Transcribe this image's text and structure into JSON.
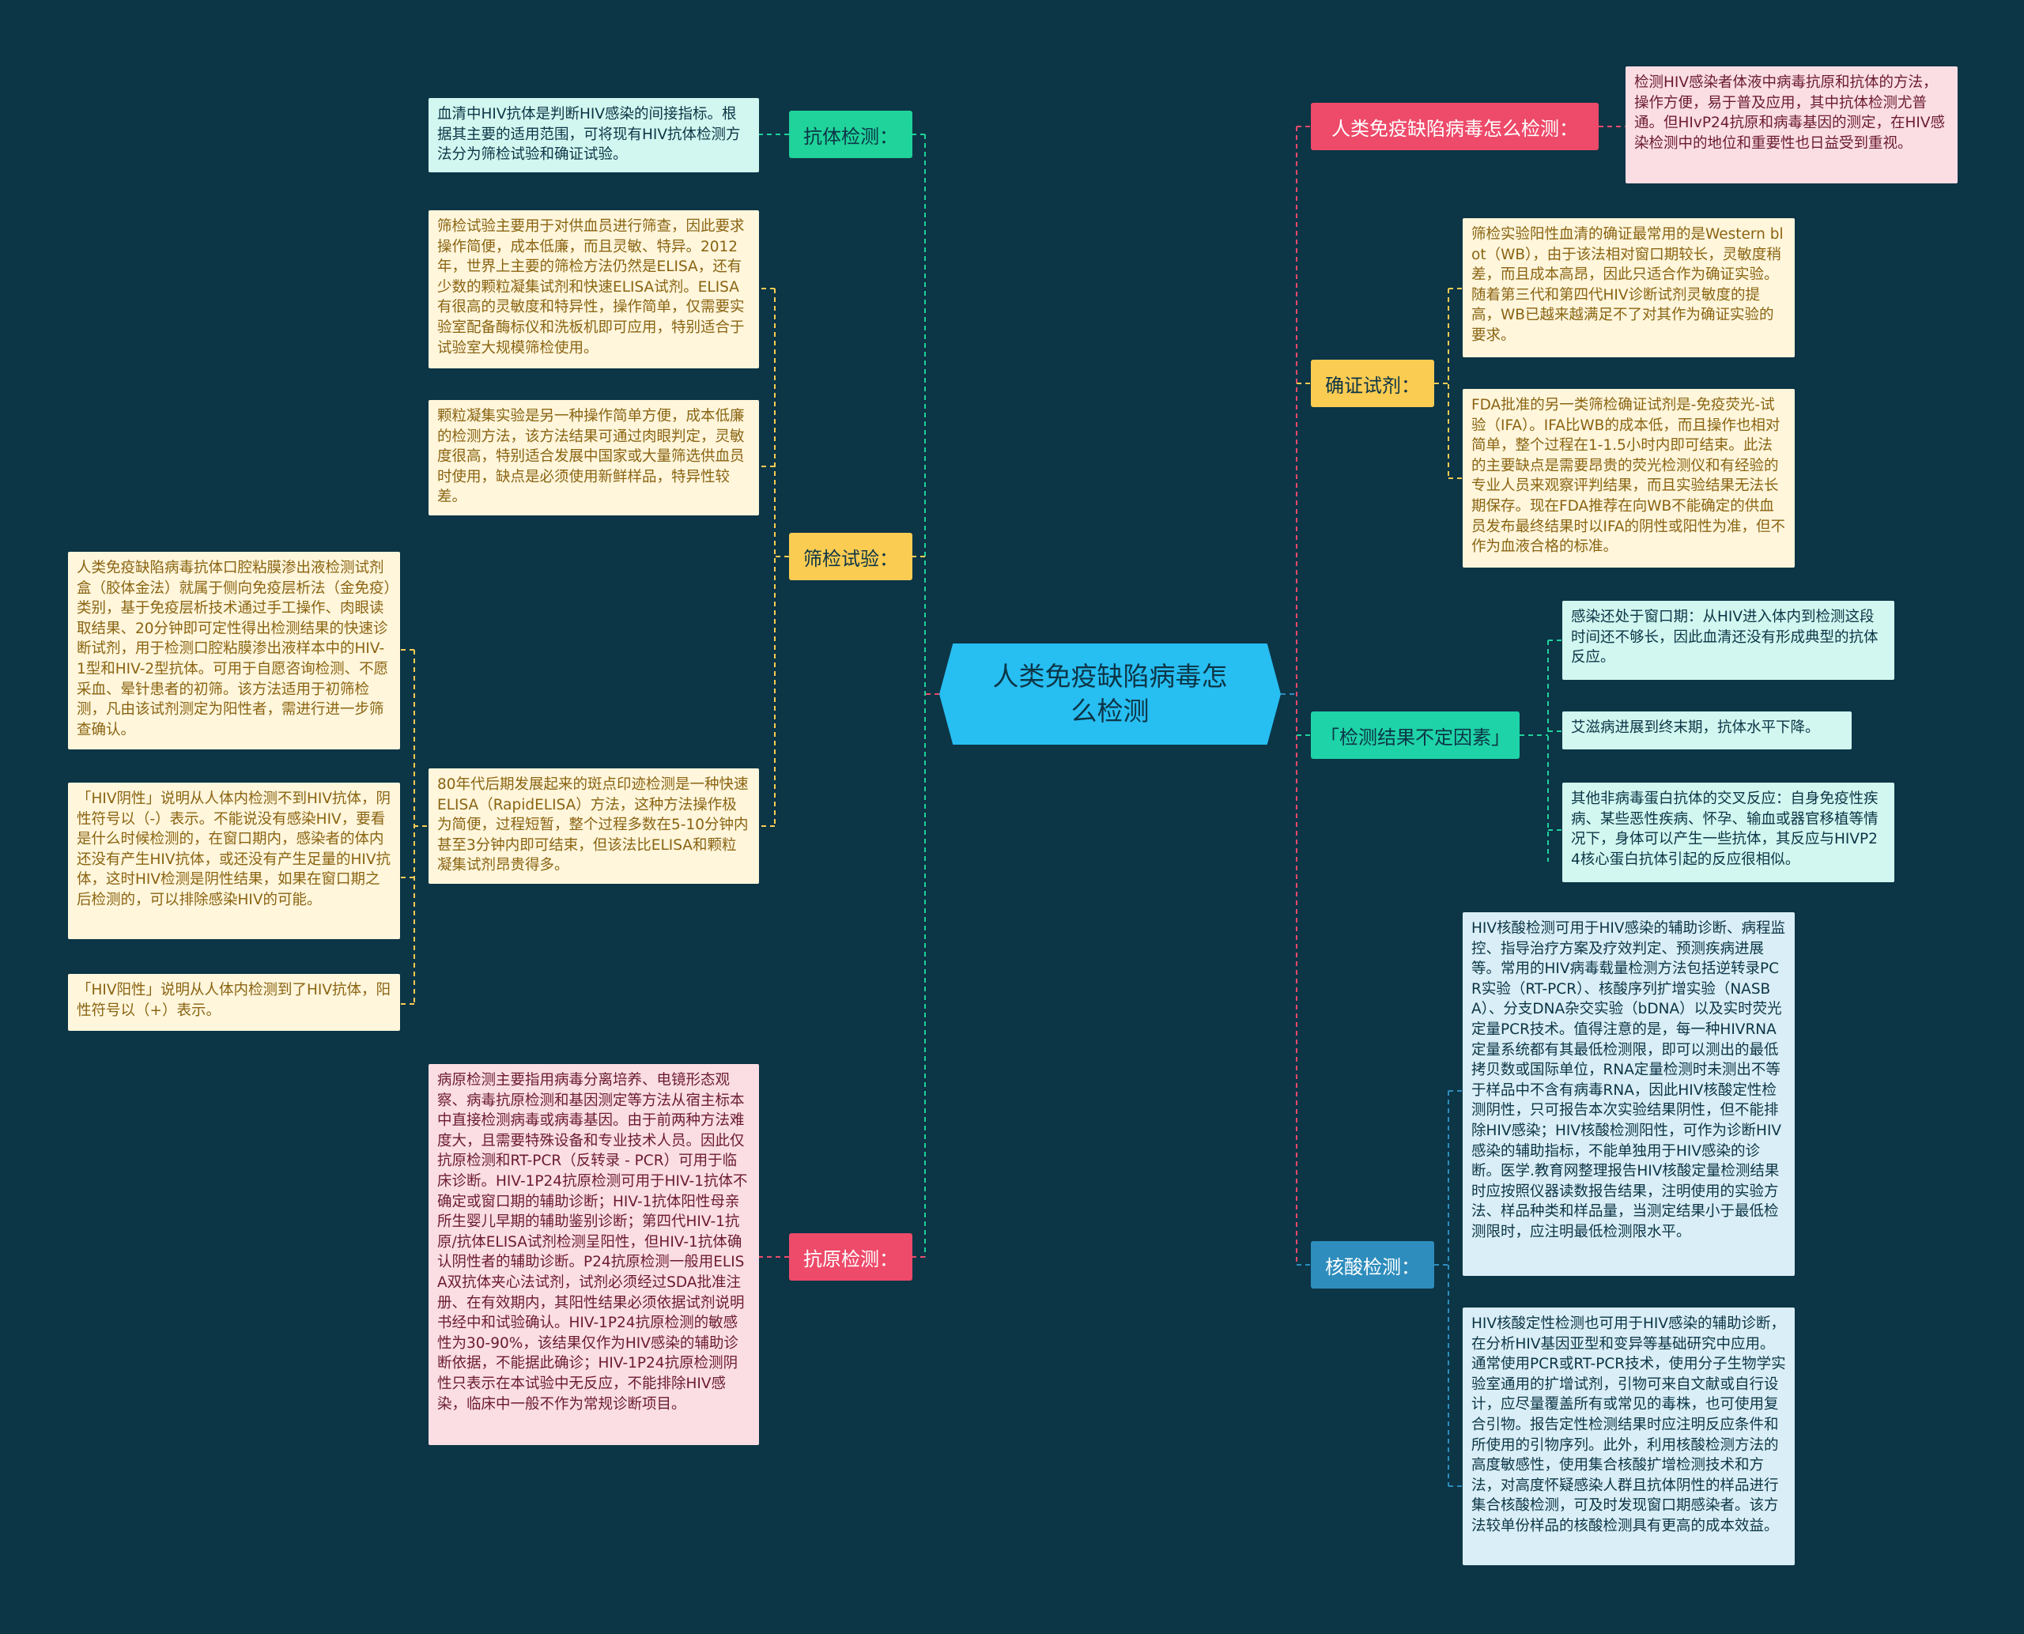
{
  "root": {
    "title": "人类免疫缺陷病毒怎么检测"
  },
  "left": {
    "antibody": {
      "label": "抗体检测：",
      "text": "血清中HIV抗体是判断HIV感染的间接指标。根据其主要的适用范围，可将现有HIV抗体检测方法分为筛检试验和确证试验。"
    },
    "screening": {
      "label": "筛检试验：",
      "items": [
        "筛检试验主要用于对供血员进行筛查，因此要求操作简便，成本低廉，而且灵敏、特异。2012年，世界上主要的筛检方法仍然是ELISA，还有少数的颗粒凝集试剂和快速ELISA试剂。ELISA有很高的灵敏度和特异性，操作简单，仅需要实验室配备酶标仪和洗板机即可应用，特别适合于试验室大规模筛检使用。",
        "颗粒凝集实验是另一种操作简单方便，成本低廉的检测方法，该方法结果可通过肉眼判定，灵敏度很高，特别适合发展中国家或大量筛选供血员时使用，缺点是必须使用新鲜样品，特异性较差。",
        "80年代后期发展起来的斑点印迹检测是一种快速ELISA（RapidELISA）方法，这种方法操作极为简便，过程短暂，整个过程多数在5-10分钟内甚至3分钟内即可结束，但该法比ELISA和颗粒凝集试剂昂贵得多。"
      ],
      "sub_items": [
        "人类免疫缺陷病毒抗体口腔粘膜渗出液检测试剂盒（胶体金法）就属于侧向免疫层析法（金免疫）类别，基于免疫层析技术通过手工操作、肉眼读取结果、20分钟即可定性得出检测结果的快速诊断试剂，用于检测口腔粘膜渗出液样本中的HIV-1型和HIV-2型抗体。可用于自愿咨询检测、不愿采血、晕针患者的初筛。该方法适用于初筛检测，凡由该试剂测定为阳性者，需进行进一步筛查确认。",
        "「HIV阴性」说明从人体内检测不到HIV抗体，阴性符号以（-）表示。不能说没有感染HIV，要看是什么时候检测的，在窗口期内，感染者的体内还没有产生HIV抗体，或还没有产生足量的HIV抗体，这时HIV检测是阴性结果，如果在窗口期之后检测的，可以排除感染HIV的可能。",
        "「HIV阳性」说明从人体内检测到了HIV抗体，阳性符号以（+）表示。"
      ]
    },
    "antigen": {
      "label": "抗原检测：",
      "text": "病原检测主要指用病毒分离培养、电镜形态观察、病毒抗原检测和基因测定等方法从宿主标本中直接检测病毒或病毒基因。由于前两种方法难度大，且需要特殊设备和专业技术人员。因此仅抗原检测和RT-PCR（反转录 - PCR）可用于临床诊断。HIV-1P24抗原检测可用于HIV-1抗体不确定或窗口期的辅助诊断；HIV-1抗体阳性母亲所生婴儿早期的辅助鉴别诊断；第四代HIV-1抗原/抗体ELISA试剂检测呈阳性，但HIV-1抗体确认阴性者的辅助诊断。P24抗原检测一般用ELISA双抗体夹心法试剂，试剂必须经过SDA批准注册、在有效期内，其阳性结果必须依据试剂说明书经中和试验确认。HIV-1P24抗原检测的敏感性为30-90%，该结果仅作为HIV感染的辅助诊断依据，不能据此确诊；HIV-1P24抗原检测阴性只表示在本试验中无反应，不能排除HIV感染，临床中一般不作为常规诊断项目。"
    }
  },
  "right": {
    "how": {
      "label": "人类免疫缺陷病毒怎么检测：",
      "text": "检测HIV感染者体液中病毒抗原和抗体的方法，操作方便，易于普及应用，其中抗体检测尤普通。但HIvP24抗原和病毒基因的测定，在HIV感染检测中的地位和重要性也日益受到重视。"
    },
    "confirm": {
      "label": "确证试剂：",
      "items": [
        "筛检实验阳性血清的确证最常用的是Western blot（WB），由于该法相对窗口期较长，灵敏度稍差，而且成本高昂，因此只适合作为确证实验。随着第三代和第四代HIV诊断试剂灵敏度的提高，WB已越来越满足不了对其作为确证实验的要求。",
        "FDA批准的另一类筛检确证试剂是-免疫荧光-试验（IFA）。IFA比WB的成本低，而且操作也相对简单，整个过程在1-1.5小时内即可结束。此法的主要缺点是需要昂贵的荧光检测仪和有经验的专业人员来观察评判结果，而且实验结果无法长期保存。现在FDA推荐在向WB不能确定的供血员发布最终结果时以IFA的阴性或阳性为准，但不作为血液合格的标准。"
      ]
    },
    "uncertain": {
      "label": "「检测结果不定因素」",
      "items": [
        "感染还处于窗口期：从HIV进入体内到检测这段时间还不够长，因此血清还没有形成典型的抗体反应。",
        "艾滋病进展到终末期，抗体水平下降。",
        "其他非病毒蛋白抗体的交叉反应：自身免疫性疾病、某些恶性疾病、怀孕、输血或器官移植等情况下，身体可以产生一些抗体，其反应与HIVP24核心蛋白抗体引起的反应很相似。"
      ]
    },
    "nucleic": {
      "label": "核酸检测：",
      "items": [
        "HIV核酸检测可用于HIV感染的辅助诊断、病程监控、指导治疗方案及疗效判定、预测疾病进展等。常用的HIV病毒载量检测方法包括逆转录PCR实验（RT-PCR）、核酸序列扩增实验（NASBA）、分支DNA杂交实验（bDNA）以及实时荧光定量PCR技术。值得注意的是，每一种HIVRNA定量系统都有其最低检测限，即可以测出的最低拷贝数或国际单位，RNA定量检测时未测出不等于样品中不含有病毒RNA，因此HIV核酸定性检测阴性，只可报告本次实验结果阴性，但不能排除HIV感染；HIV核酸检测阳性，可作为诊断HIV感染的辅助指标，不能单独用于HIV感染的诊断。医学.教育网整理报告HIV核酸定量检测结果时应按照仪器读数报告结果，注明使用的实验方法、样品种类和样品量，当测定结果小于最低检测限时，应注明最低检测限水平。",
        "HIV核酸定性检测也可用于HIV感染的辅助诊断，在分析HIV基因亚型和变异等基础研究中应用。通常使用PCR或RT-PCR技术，使用分子生物学实验室通用的扩增试剂，引物可来自文献或自行设计，应尽量覆盖所有或常见的毒株，也可使用复合引物。报告定性检测结果时应注明反应条件和所使用的引物序列。此外，利用核酸检测方法的高度敏感性，使用集合核酸扩增检测技术和方法，对高度怀疑感染人群且抗体阴性的样品进行集合核酸检测，可及时发现窗口期感染者。该方法较单份样品的核酸检测具有更高的成本效益。"
      ]
    }
  },
  "colors": {
    "background": "#0c3546",
    "root": "#27bef2",
    "teal": "#1fd39a",
    "yellow": "#fbcc52",
    "red": "#ee4a6a",
    "blue": "#2e8dbd"
  }
}
